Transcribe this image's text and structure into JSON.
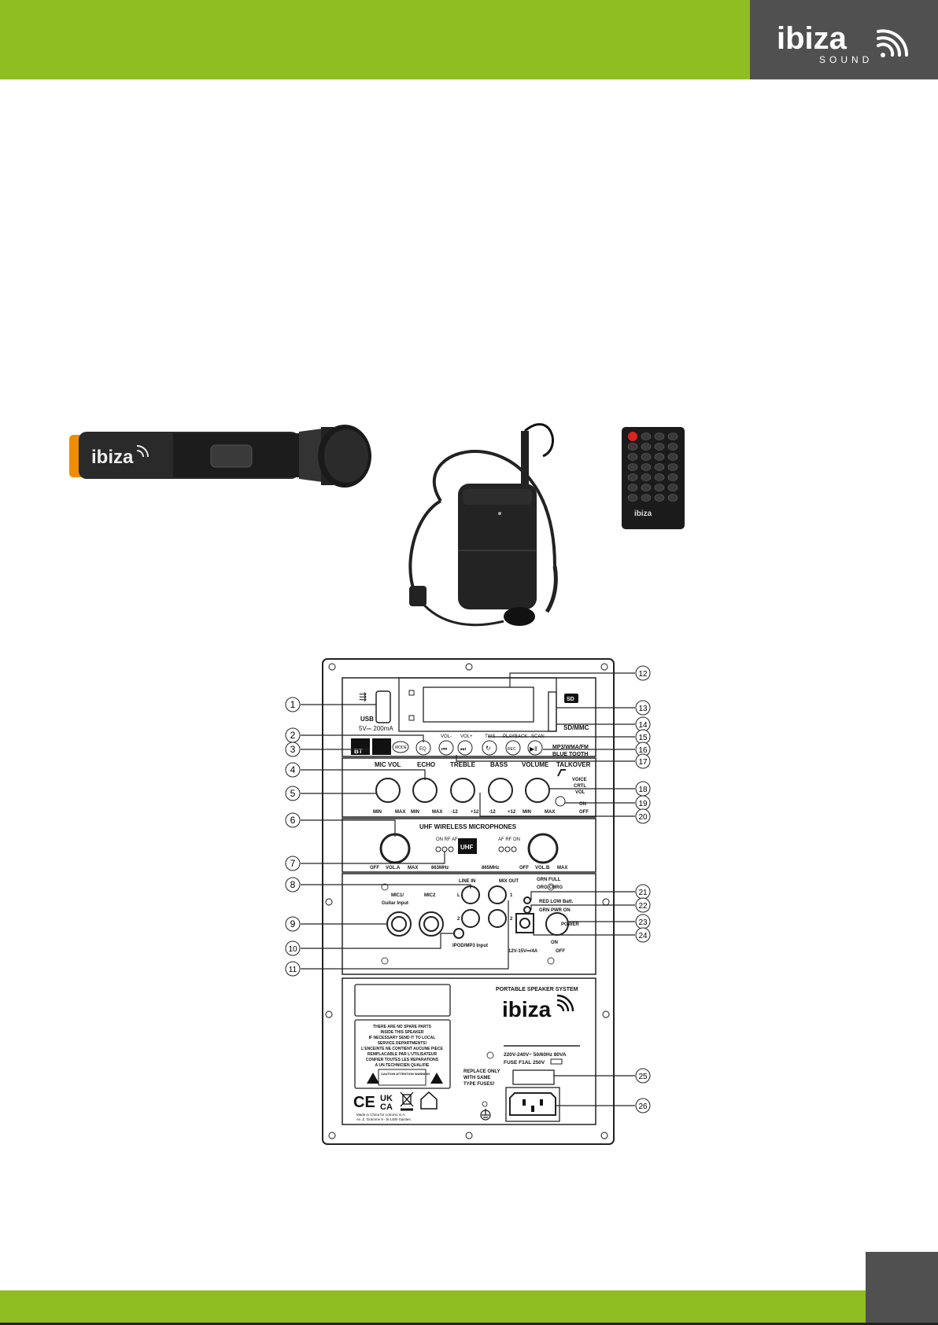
{
  "brand": {
    "wordmark": "ibiza",
    "sub": "SOUND"
  },
  "colors": {
    "header_green": "#8fbe22",
    "dark_gray": "#505050",
    "mic_tip": "#f08c00",
    "remote_red": "#d22"
  },
  "remote_logo": "ibiza",
  "panel": {
    "usb_label": "USB",
    "usb_spec": "5V⎓ 200mA",
    "sd_label": "SD",
    "sd_mmc": "SD/MMC",
    "bt_label": "BT",
    "mode_label": "MODE",
    "eq_label": "EQ",
    "vol_minus": "VOL-",
    "vol_plus": "VOL+",
    "tws": "TWS",
    "playback": "PLAYBACK",
    "scan": "SCAN",
    "rec": "REC",
    "source": "MP3/WMA/FM",
    "bluetooth": "BLUE TOOTH",
    "knob_titles": [
      "MIC VOL",
      "ECHO",
      "TREBLE",
      "BASS",
      "VOLUME",
      "TALKOVER"
    ],
    "min": "MIN",
    "max": "MAX",
    "minus12": "-12",
    "plus12": "+12",
    "voice_ctrl": [
      "VOICE",
      "CRTL",
      "VOL"
    ],
    "on": "ON",
    "off": "OFF",
    "uhf_title": "UHF WIRELESS MICROPHONES",
    "uhf_badge": "UHF",
    "on_rf_af": "ON  RF  AF",
    "af_rf_on": "AF  RF  ON",
    "vol_a": "VOL.A",
    "vol_b": "VOL.B",
    "freq_a": "863MHz",
    "freq_b": "865MHz",
    "line_in": "LINE IN",
    "mix_out": "MIX OUT",
    "l_label": "L",
    "r_num": "2",
    "one": "1",
    "mic1": "MIC1/",
    "guitar_input": "Guitar  Input",
    "mic2": "MIC2",
    "ipod": "IPOD/MP3 Input",
    "grn_full": "GRN FULL",
    "org_chrg": "ORG CHRG",
    "red_low": "RED LOW Batt.",
    "grn_pwr": "GRN PWR ON",
    "power": "POWER",
    "dc_spec": "12V-15V⎓/4A",
    "portable": "PORTABLE SPEAKER SYSTEM",
    "warning": [
      "THERE ARE NO SPARE PARTS",
      "INSIDE THIS SPEAKER",
      "IF NECESSARY SEND IT TO LOCAL",
      "SERVICE DEPARTMENTS!",
      "L'ENCEINTE NE CONTIENT AUCUNE PIECE",
      "REMPLACABLE PAR L'UTILISATEUR",
      "CONFIER TOUTES LES REPARATIONS",
      "A UN TECHNICIEN QUALIFIE"
    ],
    "caution": "CAUTION  ATTENTION  WARNING",
    "ce": "CE",
    "ukca": [
      "UK",
      "CA"
    ],
    "made_in": [
      "Made in China for Lotronic S.A.",
      "Av. Z. Gramme 9 - B-1480 Saintes"
    ],
    "mains": "220V-240V~  50/60Hz 80VA",
    "fuse": "FUSE F1AL 250V",
    "replace": [
      "REPLACE ONLY",
      "WITH SAME",
      "TYPE FUSES!"
    ]
  },
  "callouts": [
    "1",
    "2",
    "3",
    "4",
    "5",
    "6",
    "7",
    "8",
    "9",
    "10",
    "11",
    "12",
    "13",
    "14",
    "15",
    "16",
    "17",
    "18",
    "19",
    "20",
    "21",
    "22",
    "23",
    "24",
    "25",
    "26"
  ]
}
